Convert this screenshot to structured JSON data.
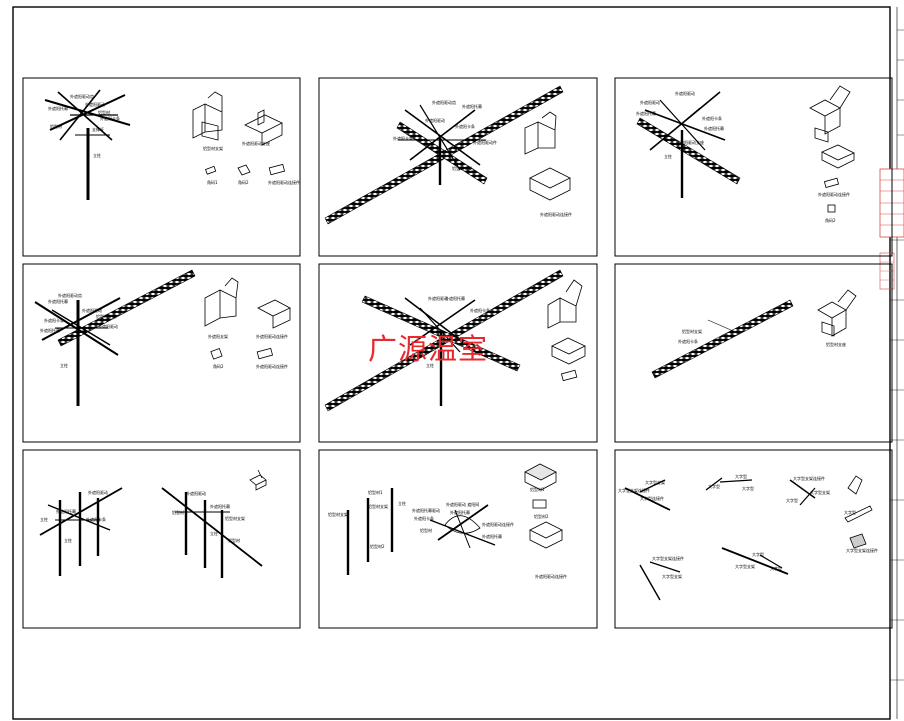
{
  "watermark": "广源温室",
  "title_stamp": [
    "",
    "",
    "",
    "",
    "",
    ""
  ],
  "panel1": {
    "labels": [
      "外遮阳驱动齿",
      "外遮阳驱动",
      "外遮阳托幕",
      "铝型材",
      "外遮阳卡条",
      "铝型材",
      "支撑杆",
      "立柱"
    ],
    "parts": [
      "铝型材支架",
      "外遮阳驱动支座",
      "角码1",
      "角码2",
      "外遮阳驱动连接件"
    ]
  },
  "panel2": {
    "labels": [
      "外遮阳驱动齿",
      "外遮阳托幕",
      "外遮阳驱动",
      "外遮阳卡条",
      "外遮阳卡条",
      "外遮阳驱动件",
      "铝型材支架"
    ],
    "parts": [
      "外遮阳驱动连接件"
    ]
  },
  "panel3": {
    "labels": [
      "外遮阳驱动",
      "外遮阳驱动",
      "外遮阳托幕",
      "外遮阳卡条",
      "外遮阳托幕",
      "外遮阳驱动支座",
      "立柱"
    ],
    "parts": [
      "外遮阳驱动连接件",
      "角码2"
    ]
  },
  "panel4": {
    "labels": [
      "外遮阳驱动齿",
      "外遮阳托幕",
      "外遮阳驱动",
      "铝型材支架",
      "外遮阳卡条",
      "外遮阳驱动",
      "外遮阳托幕",
      "立柱"
    ],
    "parts": [
      "外遮阳支架",
      "外遮阳驱动连接件",
      "角码2",
      "外遮阳驱动连接件"
    ]
  },
  "panel5": {
    "labels": [
      "外遮阳驱动",
      "外遮阳托幕",
      "立柱",
      "外遮阳卡条"
    ],
    "parts": []
  },
  "panel6": {
    "labels": [
      "铝型材支架",
      "外遮阳卡条"
    ],
    "parts": [
      "铝型材支座"
    ]
  },
  "panel7": {
    "labels": [
      "外遮阳驱动",
      "外遮阳托幕",
      "外遮阳卡条",
      "立柱",
      "立柱",
      "外遮阳驱动",
      "外遮阳托幕",
      "铝型材",
      "铝型材支架",
      "立柱",
      "铝型材"
    ],
    "parts": []
  },
  "panel8": {
    "labels": [
      "铝型材1",
      "铝型材支架",
      "立柱",
      "外遮阳驱动 遮阳网",
      "外遮阳托幕驱动",
      "外遮阳托幕",
      "外遮阳驱动连接件",
      "外遮阳卡条",
      "铝型材",
      "外遮阳托幕",
      "铝型材2",
      "铝型材支架"
    ],
    "parts": [
      "铝型材1",
      "铝型材2",
      "外遮阳驱动连接件"
    ]
  },
  "panel9": {
    "labels": [
      "大字型支架",
      "大字型支架连接件",
      "大字型连接件",
      "大字型",
      "大字型",
      "大字型",
      "大字型支架连接件",
      "大字型支架",
      "大字型",
      "大字型支架连接件",
      "大字型支架",
      "大字型支架",
      "大字型",
      "大字型",
      "大字型",
      "大字型支架连接件"
    ],
    "parts": []
  }
}
